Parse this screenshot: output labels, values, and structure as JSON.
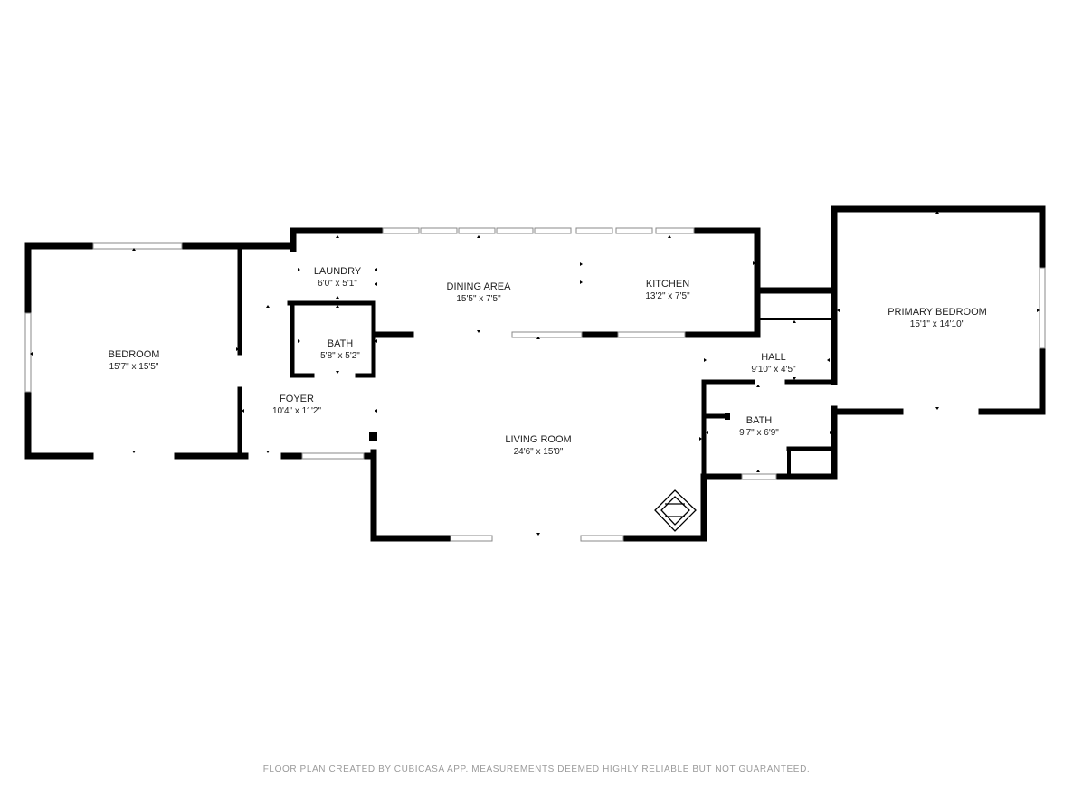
{
  "rooms": {
    "bedroom": {
      "name": "BEDROOM",
      "dims": "15'7\" x 15'5\""
    },
    "laundry": {
      "name": "LAUNDRY",
      "dims": "6'0\" x 5'1\""
    },
    "dining": {
      "name": "DINING AREA",
      "dims": "15'5\" x 7'5\""
    },
    "kitchen": {
      "name": "KITCHEN",
      "dims": "13'2\" x 7'5\""
    },
    "bath_small": {
      "name": "BATH",
      "dims": "5'8\" x 5'2\""
    },
    "foyer": {
      "name": "FOYER",
      "dims": "10'4\" x 11'2\""
    },
    "living": {
      "name": "LIVING ROOM",
      "dims": "24'6\" x 15'0\""
    },
    "hall": {
      "name": "HALL",
      "dims": "9'10\" x 4'5\""
    },
    "bath_right": {
      "name": "BATH",
      "dims": "9'7\" x 6'9\""
    },
    "primary": {
      "name": "PRIMARY BEDROOM",
      "dims": "15'1\" x 14'10\""
    }
  },
  "footer": {
    "disclaimer": "FLOOR PLAN CREATED BY CUBICASA APP. MEASUREMENTS DEEMED HIGHLY RELIABLE BUT NOT GUARANTEED."
  },
  "colors": {
    "wall": "#000000",
    "window": "#888888",
    "text": "#222222",
    "footer_text": "#9a9a9a",
    "background": "#ffffff"
  }
}
